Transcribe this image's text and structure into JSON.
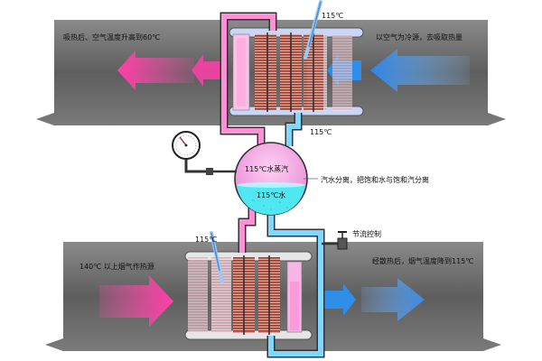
{
  "labels": {
    "top_left": "吸热后、空气温度升高到60℃",
    "top_right": "以空气为冷源，去吸取热量",
    "temp_top_probe": "115℃",
    "temp_mid_pipe": "115℃",
    "drum_steam": "115℃水蒸汽",
    "drum_water": "115℃水",
    "separation": "汽水分离，把饱和水与饱和汽分离",
    "temp_bottom_probe": "115℃",
    "throttle": "节流控制",
    "bottom_left": "140℃ 以上烟气作热源",
    "bottom_right": "经散热后，烟气温度降到115℃"
  },
  "colors": {
    "duct_gray": "#6f6f6f",
    "hot_pink": "#ff55b0",
    "cold_blue": "#2f8fe8",
    "steam_pink": "#f3a6e4",
    "water_cyan": "#4fe8f2",
    "coil_brown": "#a0432d"
  },
  "icons": [
    "pressure-gauge-icon",
    "valve-icon",
    "thermometer-icon"
  ]
}
